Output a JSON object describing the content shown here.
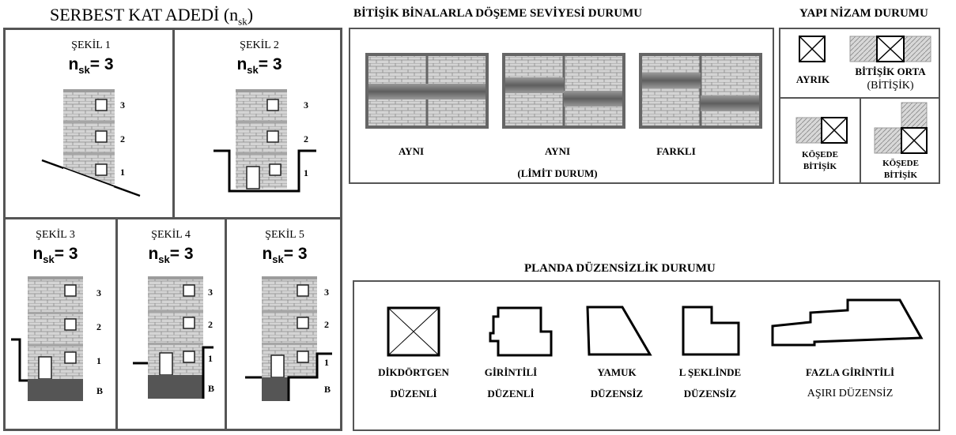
{
  "titles": {
    "serbest": "SERBEST KAT ADEDİ",
    "serbest_sym": "n",
    "serbest_sub": "sk",
    "bitisik": "BİTİŞİK BİNALARLA DÖŞEME SEVİYESİ DURUMU",
    "nizam": "YAPI NİZAM DURUMU",
    "planda": "PLANDA DÜZENSİZLİK DURUMU"
  },
  "nsk": {
    "sym": "n",
    "sub": "sk",
    "value": "= 3"
  },
  "figures": [
    {
      "name": "ŞEKİL 1",
      "floors": [
        "3",
        "2",
        "1"
      ],
      "basement": ""
    },
    {
      "name": "ŞEKİL 2",
      "floors": [
        "3",
        "2",
        "1"
      ],
      "basement": ""
    },
    {
      "name": "ŞEKİL 3",
      "floors": [
        "3",
        "2",
        "1"
      ],
      "basement": "B"
    },
    {
      "name": "ŞEKİL 4",
      "floors": [
        "3",
        "2",
        "1"
      ],
      "basement": "B"
    },
    {
      "name": "ŞEKİL 5",
      "floors": [
        "3",
        "2",
        "1"
      ],
      "basement": "B"
    }
  ],
  "adjacent": [
    {
      "label": "AYNI",
      "sub": ""
    },
    {
      "label": "AYNI",
      "sub": "(LİMİT DURUM)"
    },
    {
      "label": "FARKLI",
      "sub": ""
    }
  ],
  "nizam": [
    {
      "line1": "AYRIK",
      "line2": ""
    },
    {
      "line1": "BİTİŞİK ORTA",
      "line2": "(BİTİŞİK)"
    },
    {
      "line1": "KÖŞEDE",
      "line2": "BİTİŞİK"
    },
    {
      "line1": "KÖŞEDE",
      "line2": "BİTİŞİK"
    }
  ],
  "plan": [
    {
      "line1": "DİKDÖRTGEN",
      "line2": "DÜZENLİ"
    },
    {
      "line1": "GİRİNTİLİ",
      "line2": "DÜZENLİ"
    },
    {
      "line1": "YAMUK",
      "line2": "DÜZENSİZ"
    },
    {
      "line1": "L ŞEKLİNDE",
      "line2": "DÜZENSİZ"
    },
    {
      "line1": "FAZLA GİRİNTİLİ",
      "line2": "AŞIRI DÜZENSİZ"
    }
  ],
  "colors": {
    "frame": "#555555",
    "brick": "#c8c8c8",
    "mortar": "#7a7a7a",
    "basement": "#555555",
    "slab": "#6e6e6e"
  }
}
